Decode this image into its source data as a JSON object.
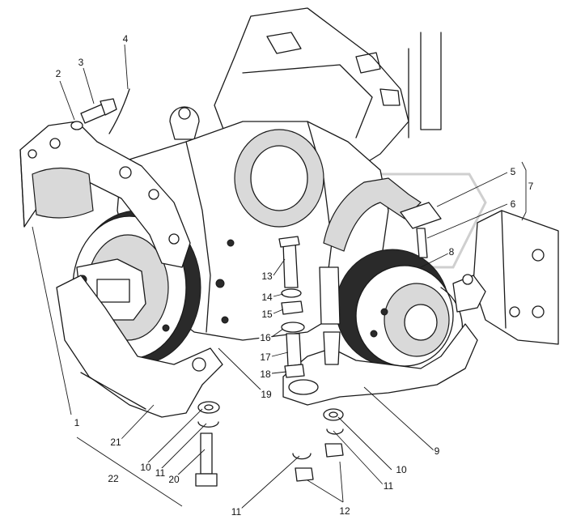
{
  "callouts": [
    {
      "id": "c1",
      "text": "1"
    },
    {
      "id": "c2",
      "text": "2"
    },
    {
      "id": "c3",
      "text": "3"
    },
    {
      "id": "c4",
      "text": "4"
    },
    {
      "id": "c5",
      "text": "5"
    },
    {
      "id": "c6",
      "text": "6"
    },
    {
      "id": "c7",
      "text": "7"
    },
    {
      "id": "c8",
      "text": "8"
    },
    {
      "id": "c9",
      "text": "9"
    },
    {
      "id": "c10a",
      "text": "10"
    },
    {
      "id": "c10b",
      "text": "10"
    },
    {
      "id": "c11a",
      "text": "11"
    },
    {
      "id": "c11b",
      "text": "11"
    },
    {
      "id": "c11c",
      "text": "11"
    },
    {
      "id": "c12",
      "text": "12"
    },
    {
      "id": "c13",
      "text": "13"
    },
    {
      "id": "c14",
      "text": "14"
    },
    {
      "id": "c15",
      "text": "15"
    },
    {
      "id": "c16",
      "text": "16"
    },
    {
      "id": "c17",
      "text": "17"
    },
    {
      "id": "c18",
      "text": "18"
    },
    {
      "id": "c19",
      "text": "19"
    },
    {
      "id": "c20",
      "text": "20"
    },
    {
      "id": "c21",
      "text": "21"
    },
    {
      "id": "c22",
      "text": "22"
    }
  ],
  "colors": {
    "ink": "#1a1a1a",
    "paper": "#ffffff",
    "watermark": "#cfcfcf"
  }
}
